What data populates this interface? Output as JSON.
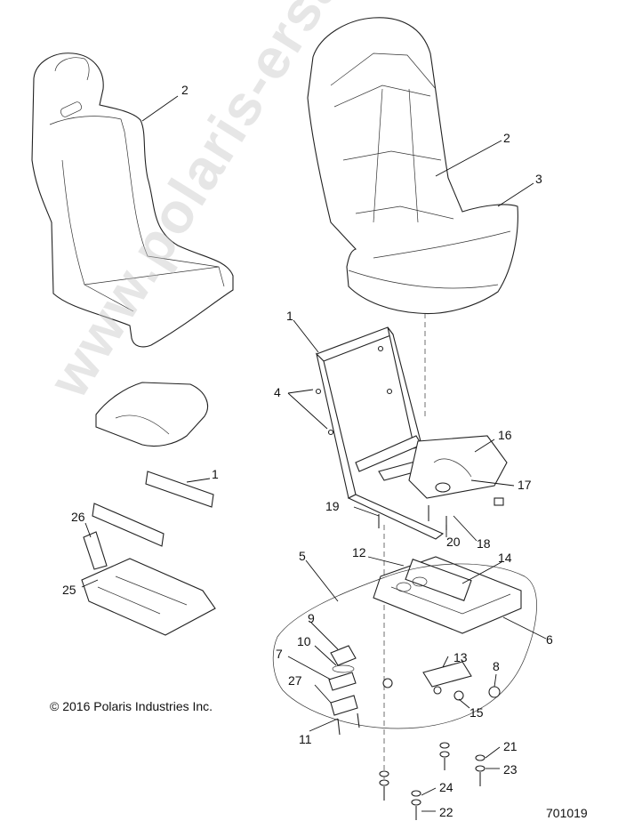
{
  "watermark": "www.polaris-ersatzteile.de",
  "copyright": "© 2016 Polaris Industries Inc.",
  "reference_number": "701019",
  "callouts": [
    "2",
    "2",
    "3",
    "1",
    "1",
    "4",
    "16",
    "17",
    "19",
    "20",
    "18",
    "26",
    "25",
    "5",
    "12",
    "14",
    "6",
    "9",
    "10",
    "7",
    "13",
    "8",
    "27",
    "15",
    "11",
    "21",
    "23",
    "24",
    "22"
  ],
  "colors": {
    "line": "#222222",
    "background": "#ffffff",
    "watermark": "#c8c8c8"
  }
}
